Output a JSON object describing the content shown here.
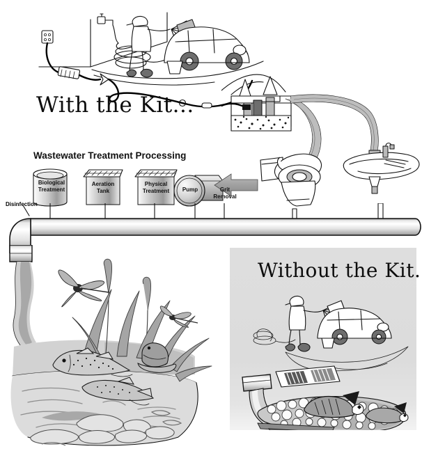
{
  "titles": {
    "with_kit": "With the Kit...",
    "without_kit": "Without the Kit...",
    "process_heading": "Wastewater Treatment Processing"
  },
  "treatment_stages": [
    {
      "id": "biological-treatment",
      "label": "Biological\nTreatment",
      "shape": "cylinder"
    },
    {
      "id": "aeration-tank",
      "label": "Aeration\nTank",
      "shape": "open-box"
    },
    {
      "id": "physical-treatment",
      "label": "Physical\nTreatment",
      "shape": "open-box"
    },
    {
      "id": "pump",
      "label": "Pump",
      "shape": "circle-with-box"
    },
    {
      "id": "grit-removal",
      "label": "Grit\nRemoval",
      "shape": "arrow-left"
    }
  ],
  "annotations": {
    "disinfection": "Disinfection"
  },
  "scenes": {
    "top": {
      "name": "car-washing-with-kit",
      "elements": [
        "person-washing-car",
        "car",
        "garden-hose",
        "electrical-outlet",
        "spigot",
        "bucket",
        "collection-kit-box",
        "black-hose-line"
      ]
    },
    "fixtures": {
      "name": "household-fixtures",
      "elements": [
        "catch-basin",
        "toilet",
        "sink",
        "gray-drain-hoses"
      ]
    },
    "pond_clean": {
      "name": "healthy-pond",
      "elements": [
        "outflow-pipe",
        "water-stream",
        "trout-above-water",
        "trout-below-water",
        "frog",
        "dragonfly-large",
        "dragonfly-small",
        "cattails",
        "reeds",
        "rocks"
      ]
    },
    "panel_without": {
      "name": "without-kit-panel",
      "elements": [
        "person-washing-car",
        "car",
        "runoff-stream",
        "storm-drain-grate",
        "outflow-pipe",
        "polluted-water",
        "dead-fish",
        "foam-scum",
        "debris"
      ]
    }
  },
  "colors": {
    "ink": "#111111",
    "panel_background": "#dcdcdc",
    "pipe_light": "#ffffff",
    "pipe_shadow": "#8d8d8d",
    "arrow_gray": "#9a9a9a",
    "water_gray": "#b9b9b9",
    "page_background": "#ffffff"
  }
}
